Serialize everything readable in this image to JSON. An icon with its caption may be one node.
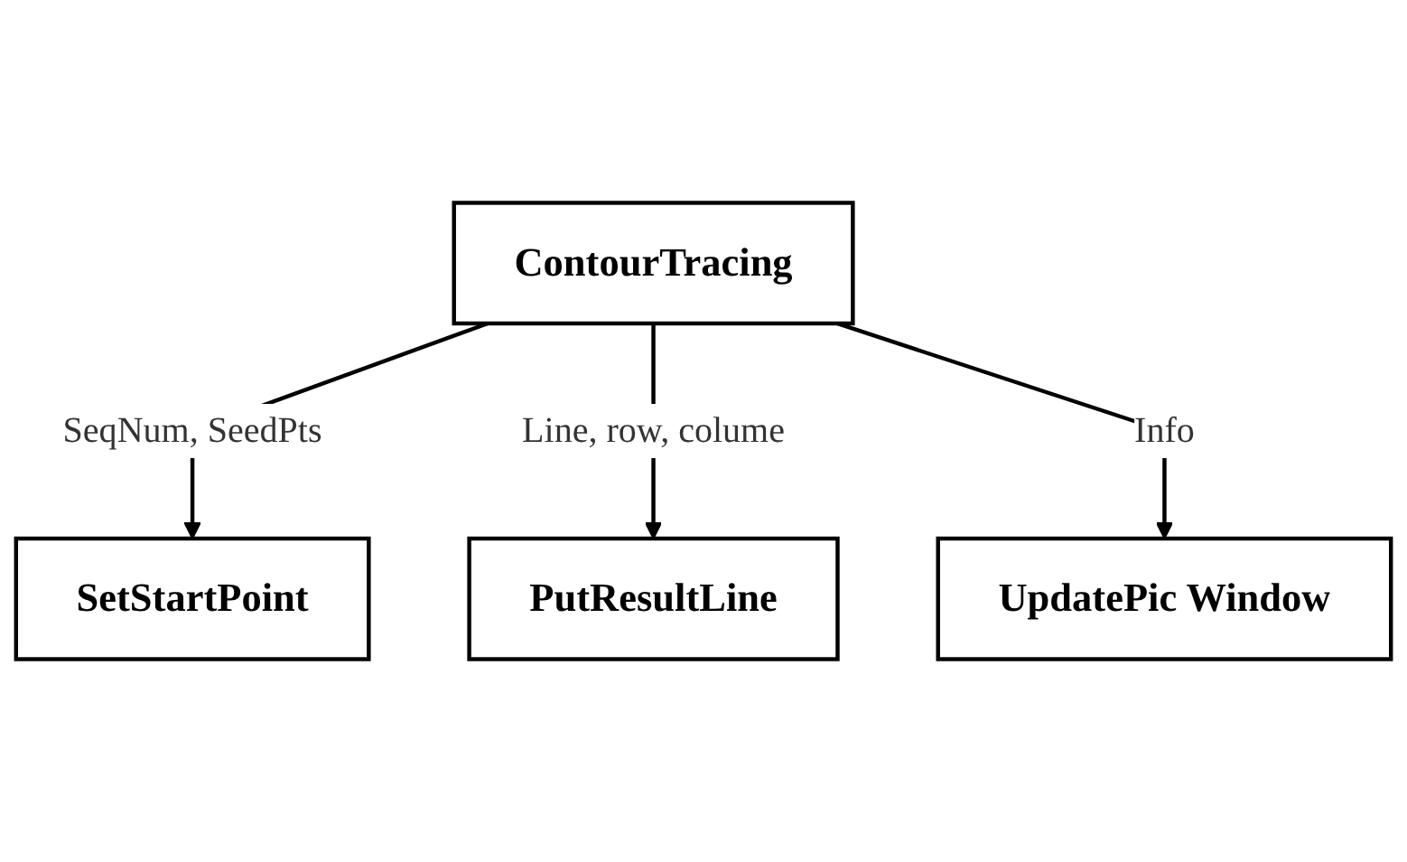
{
  "diagram": {
    "nodes": [
      {
        "text": [
          "ContourTracing"
        ]
      },
      {
        "text": [
          "SetStartPoint"
        ]
      },
      {
        "text": [
          "PutResultLine"
        ]
      },
      {
        "text": [
          "UpdatePic Window"
        ]
      }
    ],
    "edges": [
      {
        "from": 0,
        "to": 1,
        "arrow": "to",
        "label": "SeqNum, SeedPts"
      },
      {
        "from": 0,
        "to": 2,
        "arrow": "to",
        "label": "Line, row, colume"
      },
      {
        "from": 0,
        "to": 3,
        "arrow": "to",
        "label": "Info"
      }
    ]
  }
}
